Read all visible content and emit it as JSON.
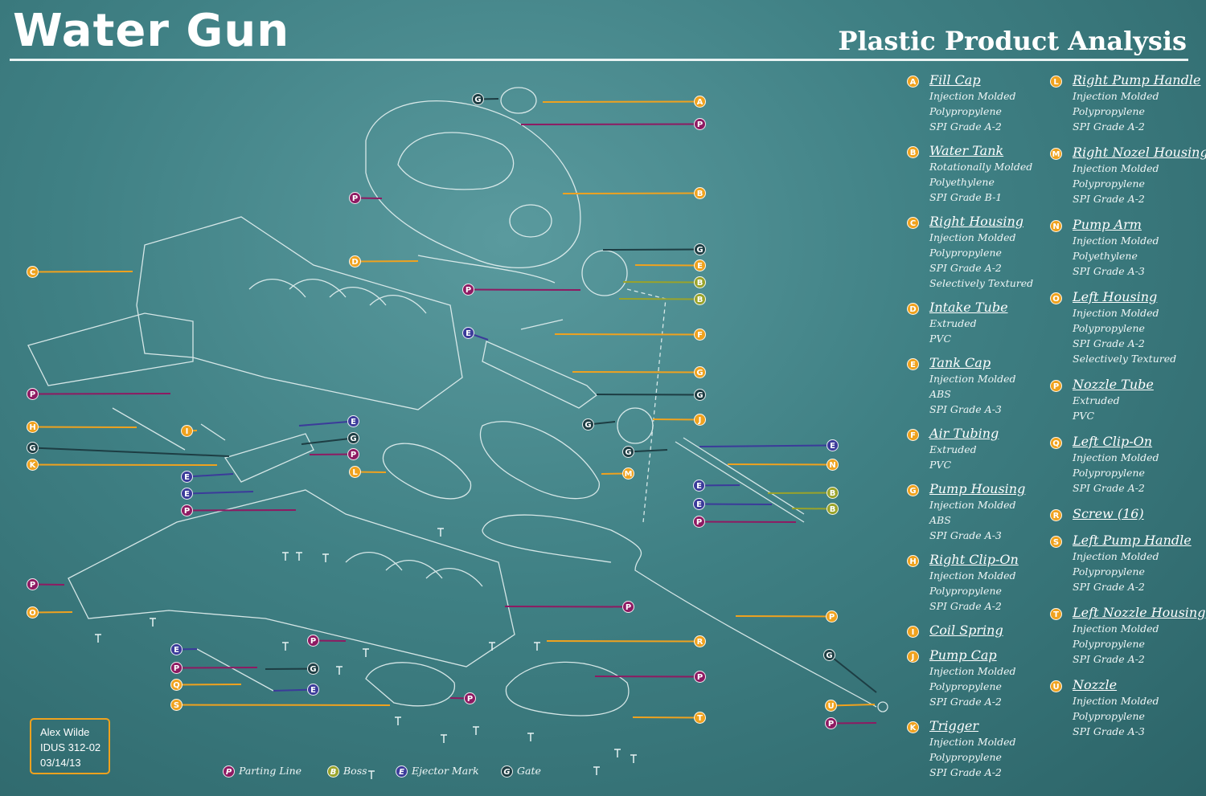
{
  "header": {
    "title": "Water Gun",
    "subtitle": "Plastic Product Analysis"
  },
  "colors": {
    "background": "#3f8084",
    "orange_callout": "#f0a21e",
    "parting_line": "#8e1a62",
    "boss": "#9aa32a",
    "ejector_mark": "#3b3b9a",
    "gate": "#1d3d43",
    "linework": "#e6f2f2"
  },
  "parts_left": [
    {
      "letter": "A",
      "name": "Fill Cap",
      "details": [
        "Injection Molded",
        "Polypropylene",
        "SPI Grade A-2"
      ]
    },
    {
      "letter": "B",
      "name": "Water Tank",
      "details": [
        "Rotationally Molded",
        "Polyethylene",
        "SPI Grade B-1"
      ]
    },
    {
      "letter": "C",
      "name": "Right Housing",
      "details": [
        "Injection Molded",
        "Polypropylene",
        "SPI Grade A-2",
        "Selectively Textured"
      ]
    },
    {
      "letter": "D",
      "name": "Intake Tube",
      "details": [
        "Extruded",
        "PVC"
      ]
    },
    {
      "letter": "E",
      "name": "Tank Cap",
      "details": [
        "Injection Molded",
        "ABS",
        "SPI Grade A-3"
      ]
    },
    {
      "letter": "F",
      "name": "Air Tubing",
      "details": [
        "Extruded",
        "PVC"
      ]
    },
    {
      "letter": "G",
      "name": "Pump Housing",
      "details": [
        "Injection Molded",
        "ABS",
        "SPI Grade A-3"
      ]
    },
    {
      "letter": "H",
      "name": "Right Clip-On",
      "details": [
        "Injection Molded",
        "Polypropylene",
        "SPI Grade A-2"
      ]
    },
    {
      "letter": "I",
      "name": "Coil Spring",
      "details": []
    },
    {
      "letter": "J",
      "name": "Pump Cap",
      "details": [
        "Injection Molded",
        "Polypropylene",
        "SPI Grade A-2"
      ]
    },
    {
      "letter": "K",
      "name": "Trigger",
      "details": [
        "Injection Molded",
        "Polypropylene",
        "SPI Grade A-2"
      ]
    }
  ],
  "parts_right": [
    {
      "letter": "L",
      "name": "Right Pump Handle",
      "details": [
        "Injection Molded",
        "Polypropylene",
        "SPI Grade A-2"
      ]
    },
    {
      "letter": "M",
      "name": "Right Nozel Housing",
      "details": [
        "Injection Molded",
        "Polypropylene",
        "SPI Grade A-2"
      ]
    },
    {
      "letter": "N",
      "name": "Pump Arm",
      "details": [
        "Injection Molded",
        "Polyethylene",
        "SPI Grade A-3"
      ]
    },
    {
      "letter": "O",
      "name": "Left Housing",
      "details": [
        "Injection Molded",
        "Polypropylene",
        "SPI Grade A-2",
        "Selectively Textured"
      ]
    },
    {
      "letter": "P",
      "name": "Nozzle Tube",
      "details": [
        "Extruded",
        "PVC"
      ]
    },
    {
      "letter": "Q",
      "name": "Left Clip-On",
      "details": [
        "Injection Molded",
        "Polypropylene",
        "SPI Grade A-2"
      ]
    },
    {
      "letter": "R",
      "name": "Screw",
      "qty": "(16)",
      "details": []
    },
    {
      "letter": "S",
      "name": "Left Pump Handle",
      "details": [
        "Injection Molded",
        "Polypropylene",
        "SPI Grade A-2"
      ]
    },
    {
      "letter": "T",
      "name": "Left Nozzle Housing",
      "details": [
        "Injection Molded",
        "Polypropylene",
        "SPI Grade A-2"
      ]
    },
    {
      "letter": "U",
      "name": "Nozzle",
      "details": [
        "Injection Molded",
        "Polypropylene",
        "SPI Grade A-3"
      ]
    }
  ],
  "key": [
    {
      "letter": "P",
      "label": "Parting Line",
      "kind": "parting"
    },
    {
      "letter": "B",
      "label": "Boss",
      "kind": "boss"
    },
    {
      "letter": "E",
      "label": "Ejector Mark",
      "kind": "ejector"
    },
    {
      "letter": "G",
      "label": "Gate",
      "kind": "gate"
    }
  ],
  "credit": {
    "name": "Alex Wilde",
    "course": "IDUS 312-02",
    "date": "03/14/13"
  },
  "callouts": [
    {
      "letter": "G",
      "kind": "gate"
    },
    {
      "letter": "A",
      "kind": "part"
    },
    {
      "letter": "P",
      "kind": "parting"
    },
    {
      "letter": "P",
      "kind": "parting"
    },
    {
      "letter": "B",
      "kind": "part"
    },
    {
      "letter": "C",
      "kind": "part"
    },
    {
      "letter": "D",
      "kind": "part"
    },
    {
      "letter": "G",
      "kind": "gate"
    },
    {
      "letter": "E",
      "kind": "part"
    },
    {
      "letter": "P",
      "kind": "parting"
    },
    {
      "letter": "B",
      "kind": "boss"
    },
    {
      "letter": "B",
      "kind": "boss"
    },
    {
      "letter": "E",
      "kind": "ejector"
    },
    {
      "letter": "F",
      "kind": "part"
    },
    {
      "letter": "G",
      "kind": "part"
    },
    {
      "letter": "G",
      "kind": "gate"
    },
    {
      "letter": "P",
      "kind": "parting"
    },
    {
      "letter": "G",
      "kind": "gate"
    },
    {
      "letter": "J",
      "kind": "part"
    },
    {
      "letter": "H",
      "kind": "part"
    },
    {
      "letter": "I",
      "kind": "part"
    },
    {
      "letter": "E",
      "kind": "ejector"
    },
    {
      "letter": "G",
      "kind": "gate"
    },
    {
      "letter": "P",
      "kind": "parting"
    },
    {
      "letter": "G",
      "kind": "gate"
    },
    {
      "letter": "K",
      "kind": "part"
    },
    {
      "letter": "E",
      "kind": "ejector"
    },
    {
      "letter": "E",
      "kind": "ejector"
    },
    {
      "letter": "P",
      "kind": "parting"
    },
    {
      "letter": "L",
      "kind": "part"
    },
    {
      "letter": "M",
      "kind": "part"
    },
    {
      "letter": "G",
      "kind": "gate"
    },
    {
      "letter": "E",
      "kind": "ejector"
    },
    {
      "letter": "N",
      "kind": "part"
    },
    {
      "letter": "E",
      "kind": "ejector"
    },
    {
      "letter": "E",
      "kind": "ejector"
    },
    {
      "letter": "P",
      "kind": "parting"
    },
    {
      "letter": "B",
      "kind": "boss"
    },
    {
      "letter": "B",
      "kind": "boss"
    },
    {
      "letter": "P",
      "kind": "parting"
    },
    {
      "letter": "O",
      "kind": "part"
    },
    {
      "letter": "P",
      "kind": "parting"
    },
    {
      "letter": "P",
      "kind": "part"
    },
    {
      "letter": "P",
      "kind": "parting"
    },
    {
      "letter": "R",
      "kind": "part"
    },
    {
      "letter": "E",
      "kind": "ejector"
    },
    {
      "letter": "P",
      "kind": "parting"
    },
    {
      "letter": "G",
      "kind": "gate"
    },
    {
      "letter": "Q",
      "kind": "part"
    },
    {
      "letter": "E",
      "kind": "ejector"
    },
    {
      "letter": "S",
      "kind": "part"
    },
    {
      "letter": "P",
      "kind": "parting"
    },
    {
      "letter": "P",
      "kind": "parting"
    },
    {
      "letter": "G",
      "kind": "gate"
    },
    {
      "letter": "U",
      "kind": "part"
    },
    {
      "letter": "P",
      "kind": "parting"
    },
    {
      "letter": "T",
      "kind": "part"
    }
  ]
}
